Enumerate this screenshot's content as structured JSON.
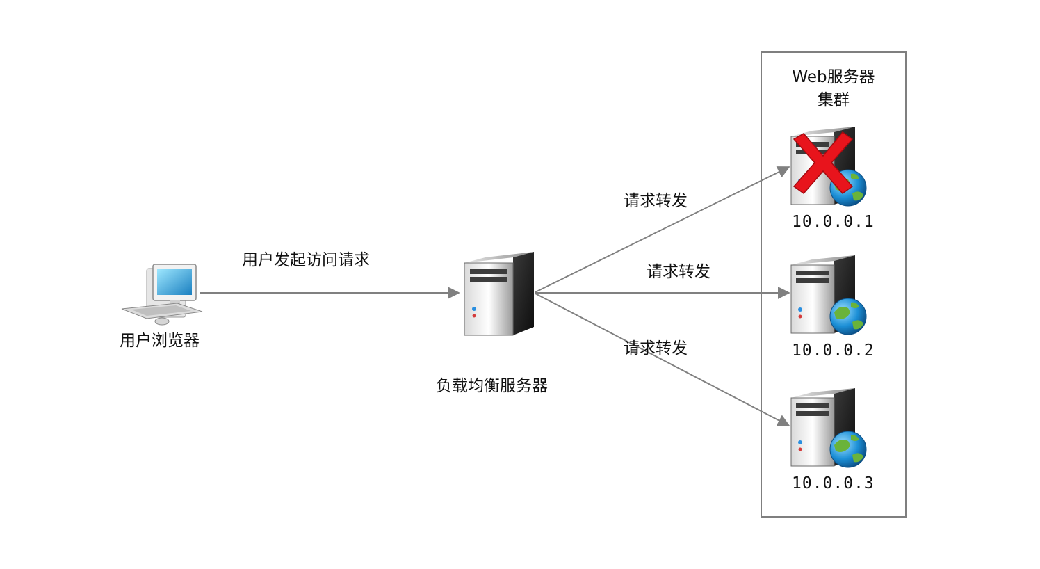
{
  "client": {
    "label": "用户浏览器",
    "icon": "computer-icon"
  },
  "load_balancer": {
    "label": "负载均衡服务器",
    "icon": "server-icon"
  },
  "request_edge": {
    "label": "用户发起访问请求"
  },
  "cluster": {
    "title_line1": "Web服务器",
    "title_line2": "集群",
    "servers": [
      {
        "ip": "10.0.0.1",
        "icon": "web-server-icon",
        "status": "failed",
        "status_icon": "red-x-icon"
      },
      {
        "ip": "10.0.0.2",
        "icon": "web-server-icon",
        "status": "ok"
      },
      {
        "ip": "10.0.0.3",
        "icon": "web-server-icon",
        "status": "ok"
      }
    ]
  },
  "forward_edges": [
    {
      "label": "请求转发"
    },
    {
      "label": "请求转发"
    },
    {
      "label": "请求转发"
    }
  ],
  "colors": {
    "edge": "#808080",
    "cluster_border": "#7f7f7f",
    "failure_mark": "#e8141c",
    "globe_blue": "#1c8fd6",
    "globe_green": "#6ab33a"
  }
}
